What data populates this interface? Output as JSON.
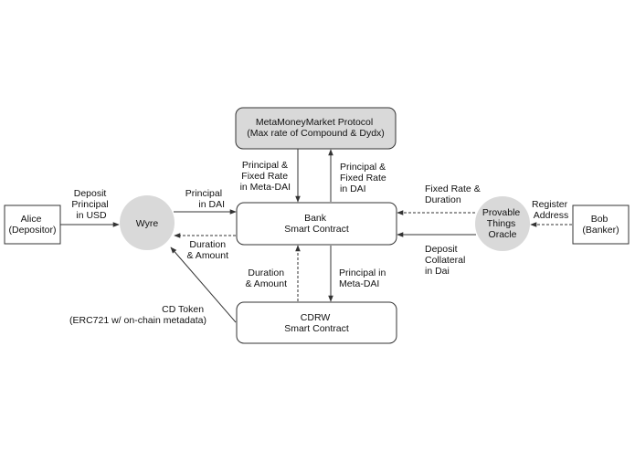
{
  "nodes": {
    "alice": {
      "lines": [
        "Alice",
        "(Depositor)"
      ]
    },
    "wyre": {
      "lines": [
        "Wyre"
      ]
    },
    "bank": {
      "lines": [
        "Bank",
        "Smart Contract"
      ]
    },
    "mmm": {
      "lines": [
        "MetaMoneyMarket Protocol",
        "(Max rate of Compound & Dydx)"
      ]
    },
    "oracle": {
      "lines": [
        "Provable",
        "Things",
        "Oracle"
      ]
    },
    "bob": {
      "lines": [
        "Bob",
        "(Banker)"
      ]
    },
    "cdrw": {
      "lines": [
        "CDRW",
        "Smart Contract"
      ]
    }
  },
  "edges": {
    "alice_wyre": {
      "lines": [
        "Deposit",
        "Principal",
        "in USD"
      ]
    },
    "wyre_bank": {
      "lines": [
        "Principal",
        "in DAI"
      ]
    },
    "bank_wyre": {
      "lines": [
        "Duration",
        "& Amount"
      ]
    },
    "bank_mmm": {
      "lines": [
        "Principal &",
        "Fixed Rate",
        "in Meta-DAI"
      ]
    },
    "mmm_bank": {
      "lines": [
        "Principal &",
        "Fixed Rate",
        "in DAI"
      ]
    },
    "oracle_bank_rate": {
      "lines": [
        "Fixed Rate &",
        "Duration"
      ]
    },
    "oracle_bank_collateral": {
      "lines": [
        "Deposit",
        "Collateral",
        "in Dai"
      ]
    },
    "bob_oracle": {
      "lines": [
        "Register",
        "Address"
      ]
    },
    "cdrw_bank": {
      "lines": [
        "Duration",
        "& Amount"
      ]
    },
    "bank_cdrw": {
      "lines": [
        "Principal in",
        "Meta-DAI"
      ]
    },
    "cdrw_wyre": {
      "lines": [
        "CD Token",
        "(ERC721 w/ on-chain metadata)"
      ]
    }
  },
  "colors": {
    "stroke": "#333333",
    "fill_gray": "#d9d9d9",
    "background": "#ffffff"
  }
}
